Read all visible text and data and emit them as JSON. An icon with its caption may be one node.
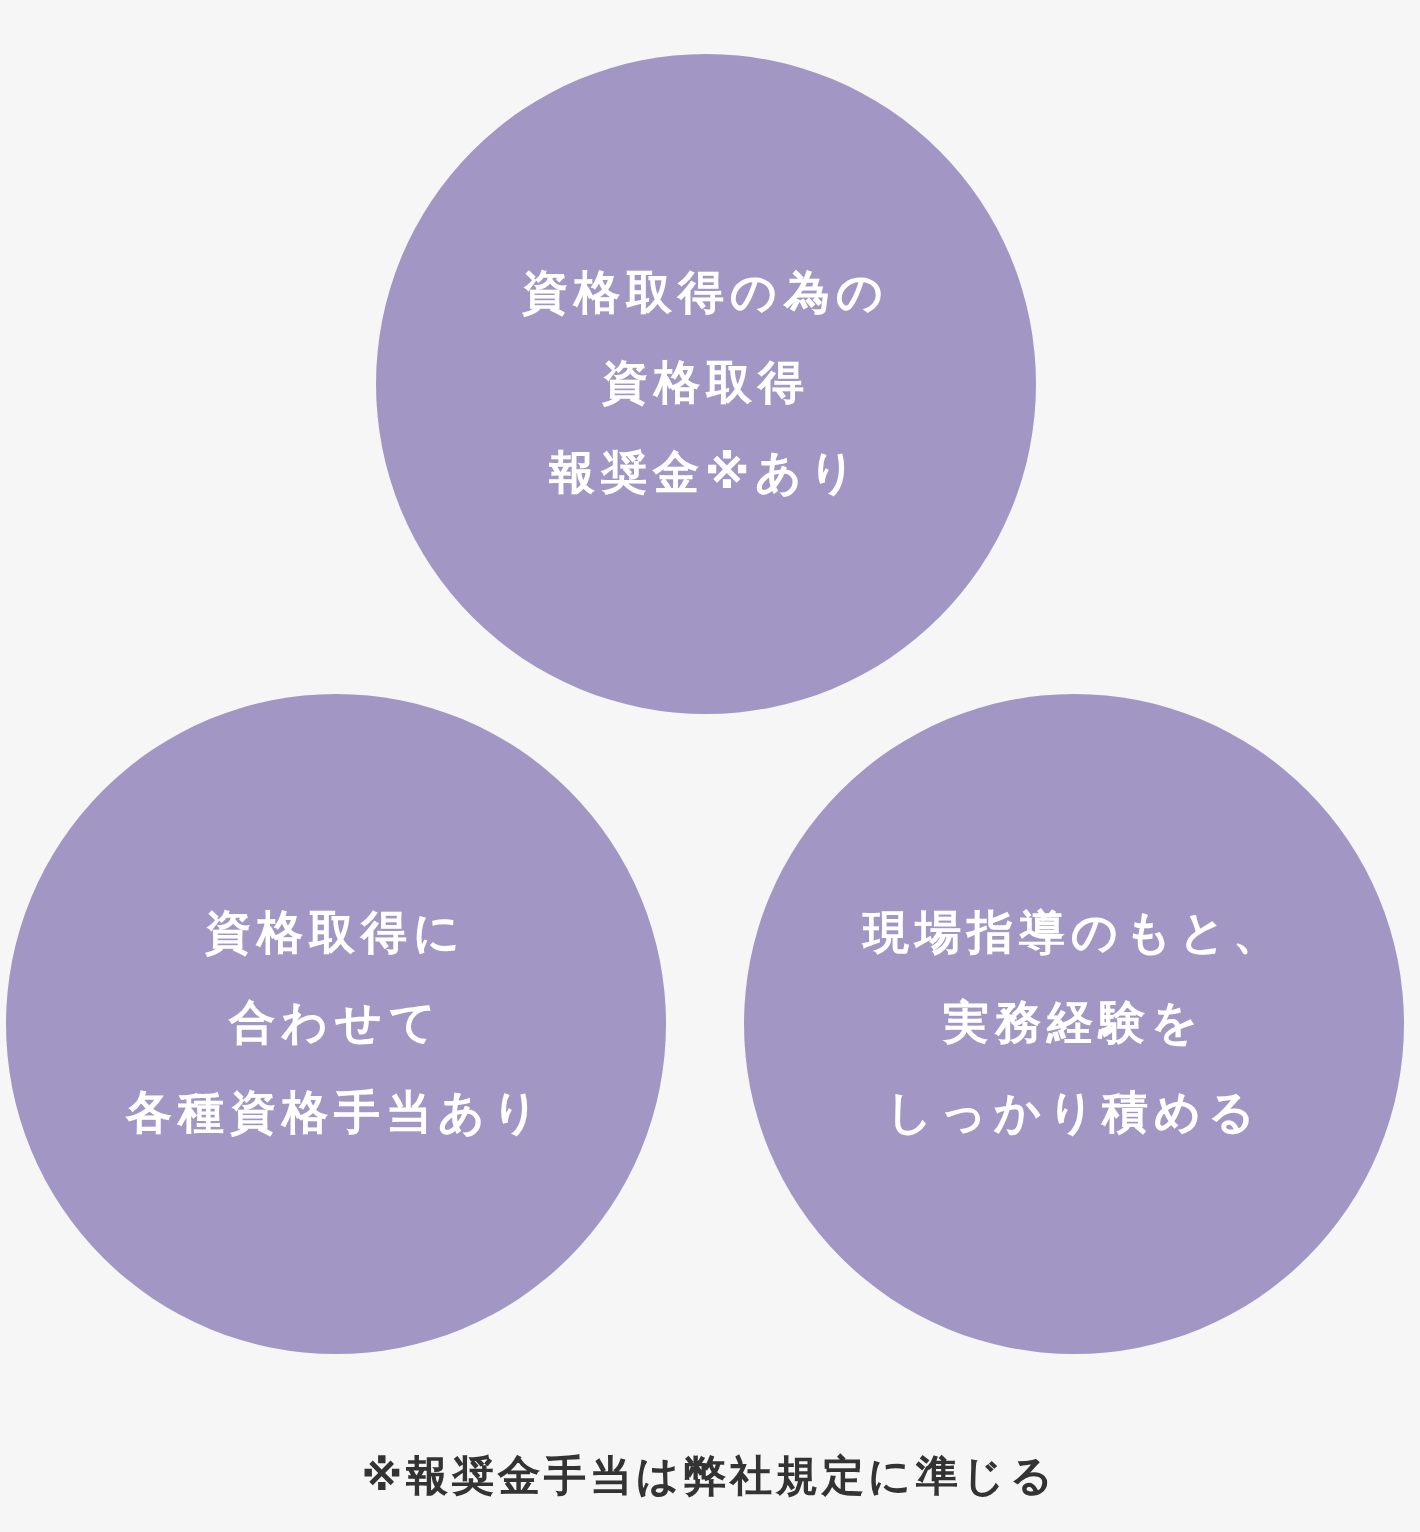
{
  "diagram": {
    "nodes": [
      {
        "text": [
          "資格取得の為の資格取得報奨金※あり"
        ]
      },
      {
        "text": [
          "資格取得に合わせて各種資格手当あり"
        ]
      },
      {
        "text": [
          "現場指導のもと、実務経験をしっかり積める"
        ]
      }
    ],
    "labels": [
      "※報奨金手当は弊社規定に準じる"
    ]
  }
}
